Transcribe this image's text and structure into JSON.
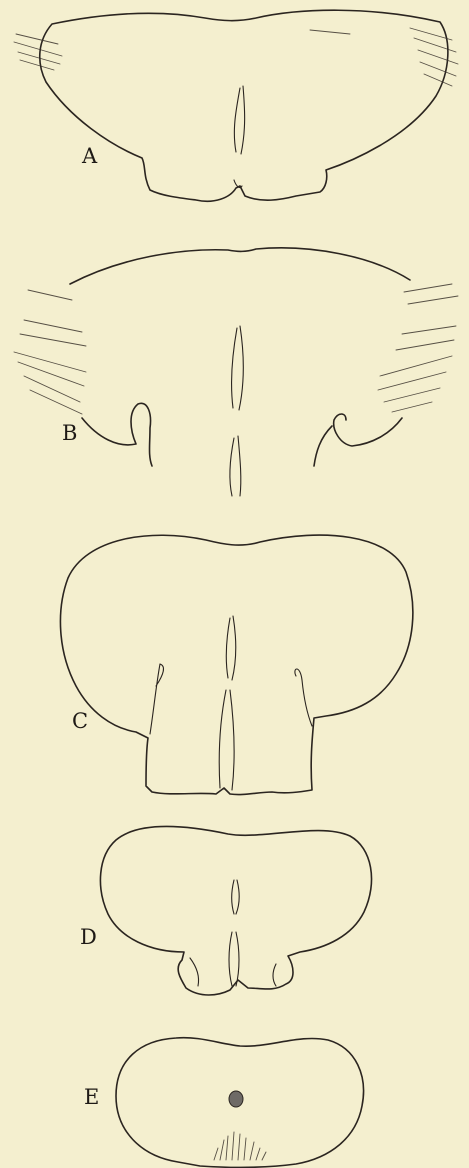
{
  "figures": [
    {
      "id": "A",
      "label": "A"
    },
    {
      "id": "B",
      "label": "B"
    },
    {
      "id": "C",
      "label": "C"
    },
    {
      "id": "D",
      "label": "D"
    },
    {
      "id": "E",
      "label": "E"
    }
  ],
  "colors": {
    "paper": "#f4efcf",
    "ink": "#2b2520"
  }
}
